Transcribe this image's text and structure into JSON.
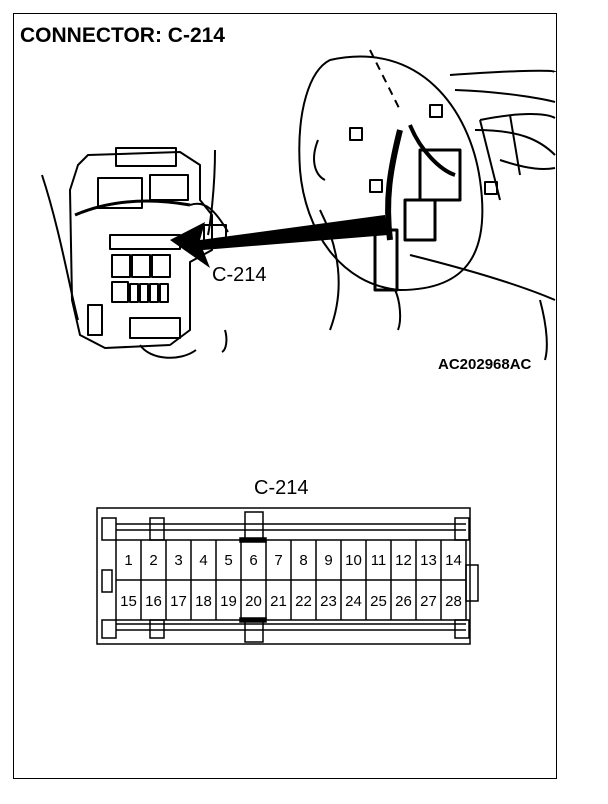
{
  "title": "CONNECTOR: C-214",
  "callout_label": "C-214",
  "reference_code": "AC202968AC",
  "connector": {
    "label": "C-214",
    "row_top": [
      "1",
      "2",
      "3",
      "4",
      "5",
      "6",
      "7",
      "8",
      "9",
      "10",
      "11",
      "12",
      "13",
      "14"
    ],
    "row_bottom": [
      "15",
      "16",
      "17",
      "18",
      "19",
      "20",
      "21",
      "22",
      "23",
      "24",
      "25",
      "26",
      "27",
      "28"
    ]
  }
}
